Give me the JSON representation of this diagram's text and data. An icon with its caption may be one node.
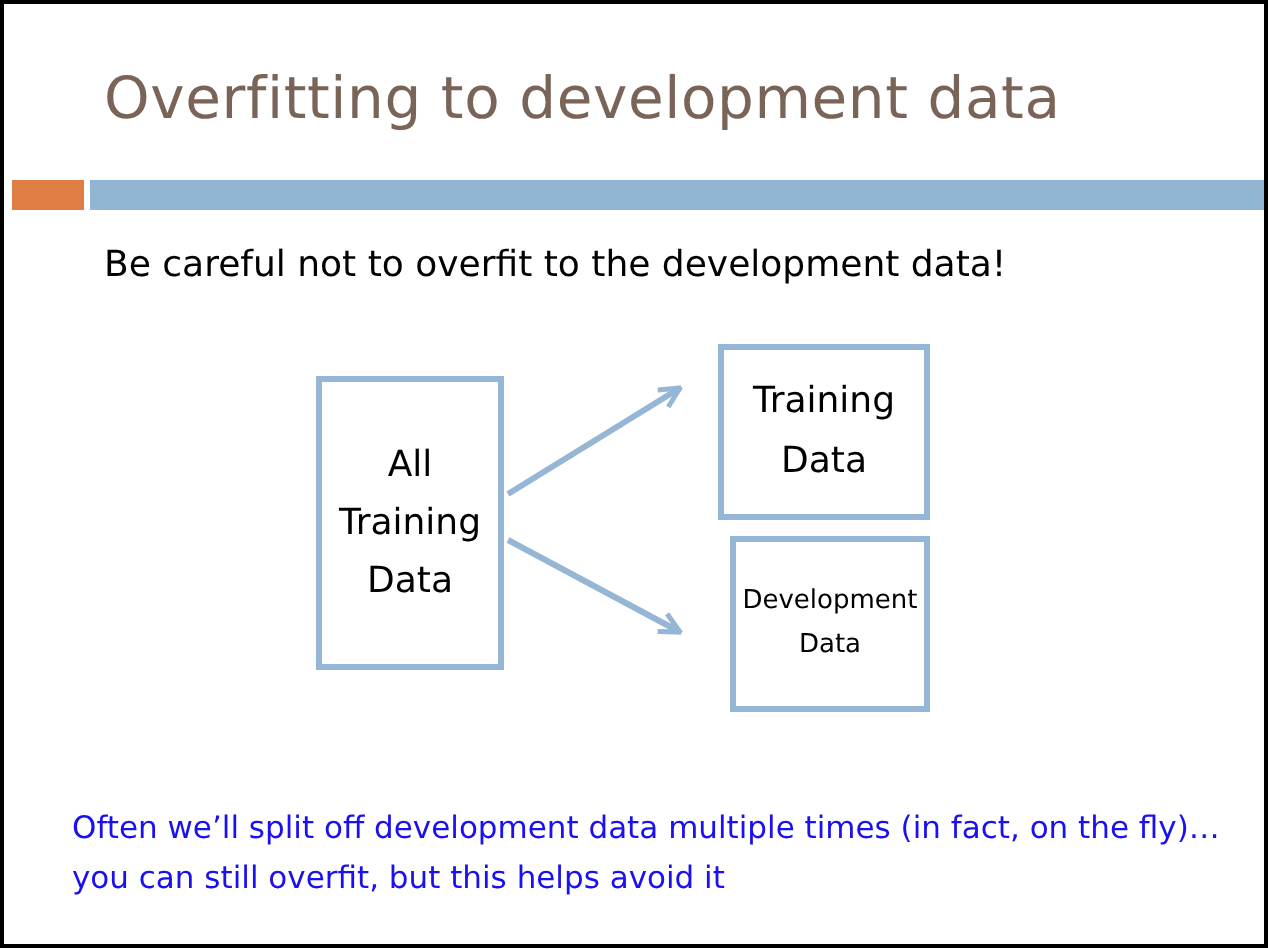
{
  "diagram": {
    "title": "Overfitting to development data",
    "nodes": [
      {
        "text": [
          "All Training Data"
        ]
      },
      {
        "text": [
          "Training Data"
        ]
      },
      {
        "text": [
          "Development Data"
        ]
      }
    ],
    "edges": [
      {
        "from": 0,
        "to": 1,
        "arrow": "to"
      },
      {
        "from": 0,
        "to": 2,
        "arrow": "to"
      }
    ],
    "labels": [
      "Be careful not to overfit to the development data!",
      "Often we’ll split off development data multiple times (in fact, on the fly)… you can still overfit, but this helps avoid it"
    ]
  }
}
